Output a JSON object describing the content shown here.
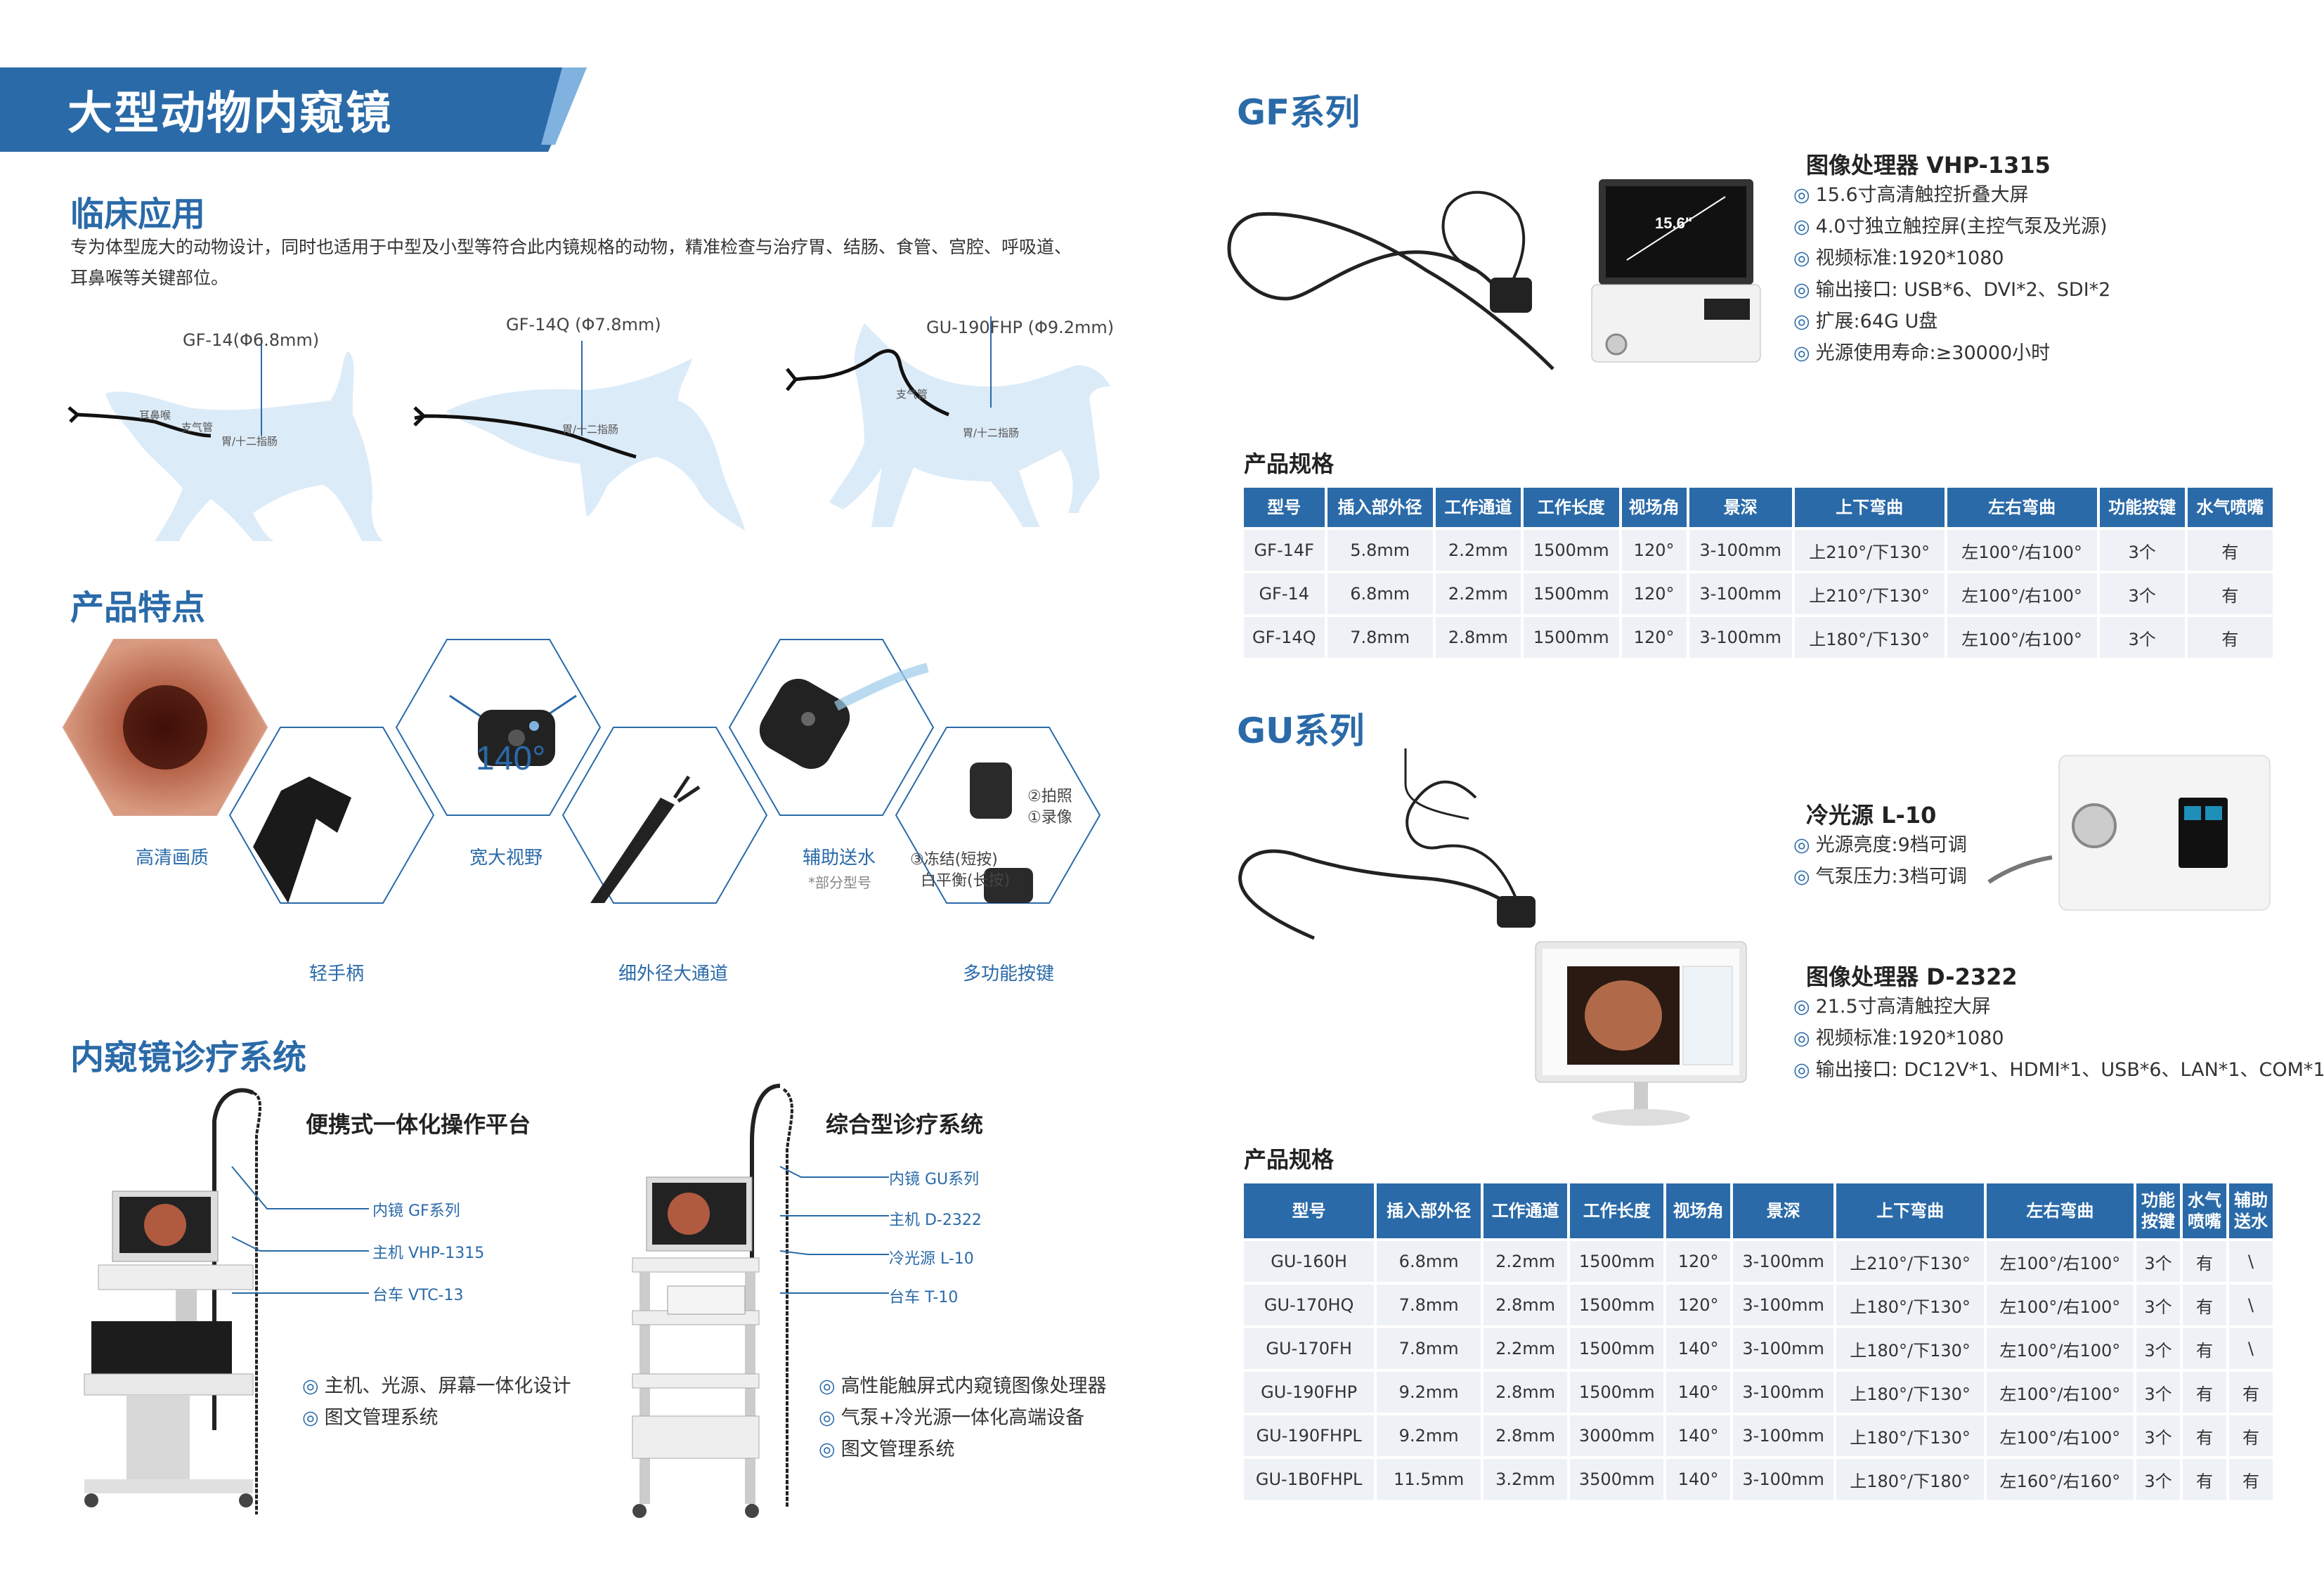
{
  "header": {
    "title": "大型动物内窥镜"
  },
  "clinical": {
    "title": "临床应用",
    "line1": "专为体型庞大的动物设计，同时也适用于中型及小型等符合此内镜规格的动物，精准检查与治疗胃、结肠、食管、宫腔、呼吸道、",
    "line2": "耳鼻喉等关键部位。",
    "animals": [
      {
        "model": "GF-14(Φ6.8mm)",
        "tags": [
          "耳鼻喉",
          "支气管",
          "胃/十二指肠"
        ]
      },
      {
        "model": "GF-14Q (Φ7.8mm)",
        "tags": [
          "胃/十二指肠"
        ]
      },
      {
        "model": "GU-190FHP (Φ9.2mm)",
        "tags": [
          "支气管",
          "胃/十二指肠"
        ]
      }
    ]
  },
  "features": {
    "title": "产品特点",
    "angle": "140°",
    "items": [
      "高清画质",
      "宽大视野",
      "辅助送水",
      "轻手柄",
      "细外径大通道",
      "多功能按键"
    ],
    "water_note": "*部分型号",
    "keys": [
      "②拍照",
      "①录像",
      "③冻结(短按)",
      "白平衡(长按)"
    ]
  },
  "system": {
    "title": "内窥镜诊疗系统",
    "portable": {
      "title": "便携式一体化操作平台",
      "callouts": [
        "内镜 GF系列",
        "主机 VHP-1315",
        "台车 VTC-13"
      ],
      "bullets": [
        "主机、光源、屏幕一体化设计",
        "图文管理系统"
      ]
    },
    "integrated": {
      "title": "综合型诊疗系统",
      "callouts": [
        "内镜 GU系列",
        "主机 D-2322",
        "冷光源 L-10",
        "台车 T-10"
      ],
      "bullets": [
        "高性能触屏式内窥镜图像处理器",
        "气泵+冷光源一体化高端设备",
        "图文管理系统"
      ]
    }
  },
  "gf": {
    "title": "GF系列",
    "monitor_label": "15.6\"",
    "processor": {
      "title": "图像处理器  VHP-1315",
      "bullets": [
        "15.6寸高清触控折叠大屏",
        "4.0寸独立触控屏(主控气泵及光源)",
        "视频标准:1920*1080",
        "输出接口: USB*6、DVI*2、SDI*2",
        "扩展:64G U盘",
        "光源使用寿命:≥30000小时"
      ]
    },
    "spec_title": "产品规格",
    "table": {
      "headers": [
        "型号",
        "插入部外径",
        "工作通道",
        "工作长度",
        "视场角",
        "景深",
        "上下弯曲",
        "左右弯曲",
        "功能按键",
        "水气喷嘴"
      ],
      "rows": [
        [
          "GF-14F",
          "5.8mm",
          "2.2mm",
          "1500mm",
          "120°",
          "3-100mm",
          "上210°/下130°",
          "左100°/右100°",
          "3个",
          "有"
        ],
        [
          "GF-14",
          "6.8mm",
          "2.2mm",
          "1500mm",
          "120°",
          "3-100mm",
          "上210°/下130°",
          "左100°/右100°",
          "3个",
          "有"
        ],
        [
          "GF-14Q",
          "7.8mm",
          "2.8mm",
          "1500mm",
          "120°",
          "3-100mm",
          "上180°/下130°",
          "左100°/右100°",
          "3个",
          "有"
        ]
      ]
    }
  },
  "gu": {
    "title": "GU系列",
    "light": {
      "title": "冷光源 L-10",
      "bullets": [
        "光源亮度:9档可调",
        "气泵压力:3档可调"
      ]
    },
    "processor": {
      "title": "图像处理器  D-2322",
      "bullets": [
        "21.5寸高清触控大屏",
        "视频标准:1920*1080",
        "输出接口: DC12V*1、HDMI*1、USB*6、LAN*1、COM*1"
      ]
    },
    "spec_title": "产品规格",
    "table": {
      "headers": [
        "型号",
        "插入部外径",
        "工作通道",
        "工作长度",
        "视场角",
        "景深",
        "上下弯曲",
        "左右弯曲",
        "功能\n按键",
        "水气\n喷嘴",
        "辅助\n送水"
      ],
      "rows": [
        [
          "GU-160H",
          "6.8mm",
          "2.2mm",
          "1500mm",
          "120°",
          "3-100mm",
          "上210°/下130°",
          "左100°/右100°",
          "3个",
          "有",
          "\\"
        ],
        [
          "GU-170HQ",
          "7.8mm",
          "2.8mm",
          "1500mm",
          "120°",
          "3-100mm",
          "上180°/下130°",
          "左100°/右100°",
          "3个",
          "有",
          "\\"
        ],
        [
          "GU-170FH",
          "7.8mm",
          "2.2mm",
          "1500mm",
          "140°",
          "3-100mm",
          "上180°/下130°",
          "左100°/右100°",
          "3个",
          "有",
          "\\"
        ],
        [
          "GU-190FHP",
          "9.2mm",
          "2.8mm",
          "1500mm",
          "140°",
          "3-100mm",
          "上180°/下130°",
          "左100°/右100°",
          "3个",
          "有",
          "有"
        ],
        [
          "GU-190FHPL",
          "9.2mm",
          "2.8mm",
          "3000mm",
          "140°",
          "3-100mm",
          "上180°/下130°",
          "左100°/右100°",
          "3个",
          "有",
          "有"
        ],
        [
          "GU-1B0FHPL",
          "11.5mm",
          "3.2mm",
          "3500mm",
          "140°",
          "3-100mm",
          "上180°/下180°",
          "左160°/右160°",
          "3个",
          "有",
          "有"
        ]
      ]
    }
  },
  "colors": {
    "accent": "#2a6aa8",
    "banner": "#2a6aa8",
    "silhouette": "#dcebf8",
    "cell": "#eef1f5"
  }
}
